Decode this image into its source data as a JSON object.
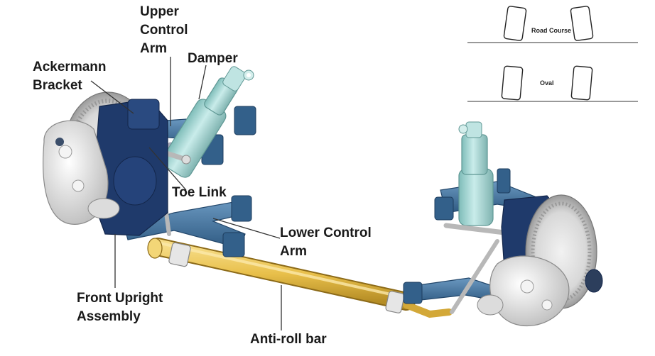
{
  "labels": {
    "upper_control_arm": [
      "Upper",
      "Control",
      "Arm"
    ],
    "damper": "Damper",
    "ackermann_bracket": [
      "Ackermann",
      "Bracket"
    ],
    "toe_link": "Toe Link",
    "lower_control_arm": [
      "Lower Control",
      "Arm"
    ],
    "front_upright_assembly": [
      "Front Upright",
      "Assembly"
    ],
    "anti_roll_bar": "Anti-roll bar"
  },
  "inset": {
    "road_course": "Road Course",
    "oval": "Oval"
  },
  "colors": {
    "upright": "#1f3a6b",
    "control_arm": "#3d6f9a",
    "damper": "#a8d9d6",
    "anti_roll_bar": "#e8bf4a",
    "caliper": "#e6e6e6",
    "leader_line": "#333333"
  }
}
